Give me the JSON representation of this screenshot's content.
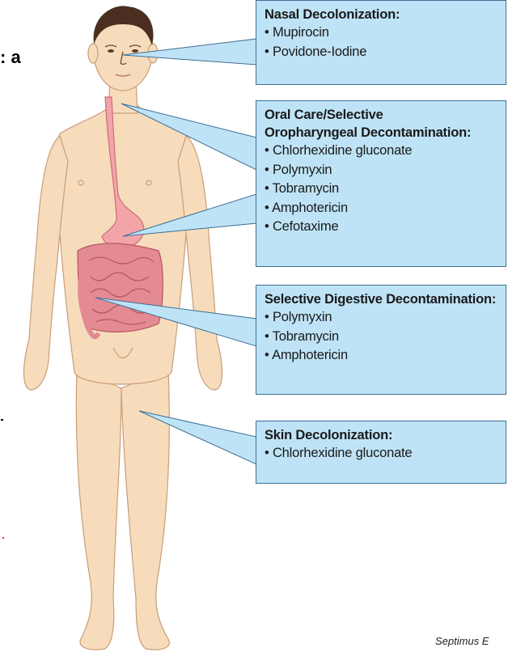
{
  "callouts": {
    "nasal": {
      "title": "Nasal Decolonization:",
      "items": [
        "Mupirocin",
        "Povidone-Iodine"
      ]
    },
    "oral": {
      "title_line1": "Oral Care/Selective",
      "title_line2": "Oropharyngeal Decontamination:",
      "items": [
        "Chlorhexidine gluconate",
        "Polymyxin",
        "Tobramycin",
        "Amphotericin",
        "Cefotaxime"
      ]
    },
    "sdd": {
      "title": "Selective Digestive Decontamination:",
      "items": [
        "Polymyxin",
        "Tobramycin",
        "Amphotericin"
      ]
    },
    "skin": {
      "title": "Skin Decolonization:",
      "items": [
        "Chlorhexidine gluconate"
      ]
    }
  },
  "credit": "Septimus E",
  "edge_fragment": ": a",
  "colors": {
    "skin": "#f7dcbc",
    "callout_fill": "#bfe3f6",
    "callout_border": "#3e6f96",
    "esophagus": "#f3a4a9",
    "intestine": "#e48a93"
  }
}
